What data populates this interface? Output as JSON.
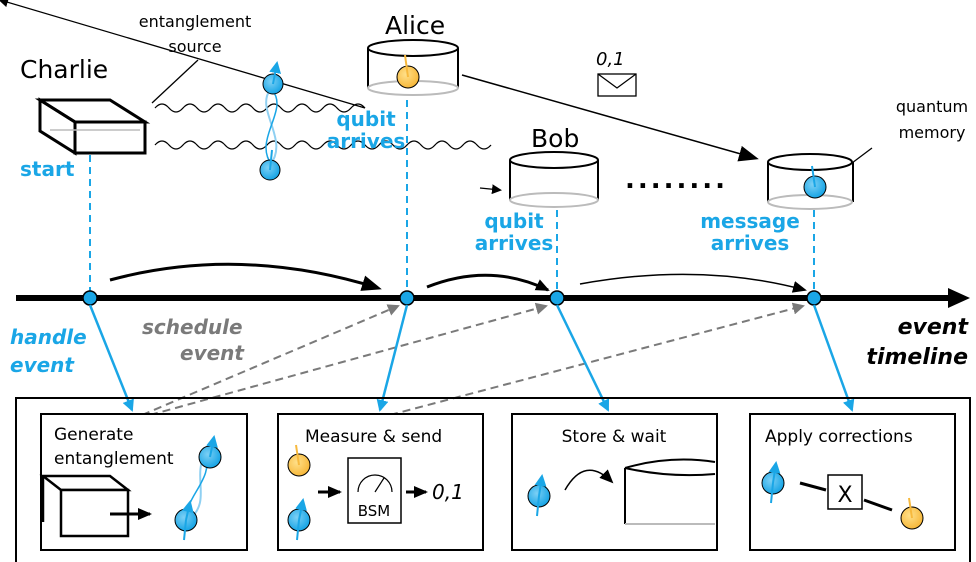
{
  "colors": {
    "blue": "#1aa6e6",
    "orange": "#f7c04a",
    "gray": "#7a7a7a"
  },
  "top": {
    "charlie": "Charlie",
    "alice": "Alice",
    "bob": "Bob",
    "entanglement_source": [
      "entanglement",
      "source"
    ],
    "quantum_memory": [
      "quantum",
      "memory"
    ],
    "message_bits": "0,1",
    "start": "start",
    "qubit_arrives_alice": [
      "qubit",
      "arrives"
    ],
    "qubit_arrives_bob": [
      "qubit",
      "arrives"
    ],
    "message_arrives": [
      "message",
      "arrives"
    ],
    "dots": "........"
  },
  "timeline": {
    "handle_event": [
      "handle",
      "event"
    ],
    "schedule_event": [
      "schedule",
      "event"
    ],
    "event_timeline": [
      "event",
      "timeline"
    ]
  },
  "panels": {
    "generate": [
      "Generate",
      "entanglement"
    ],
    "measure": "Measure & send",
    "bsm": "BSM",
    "bits": "0,1",
    "store": "Store & wait",
    "apply": "Apply corrections",
    "x_gate": "X"
  }
}
